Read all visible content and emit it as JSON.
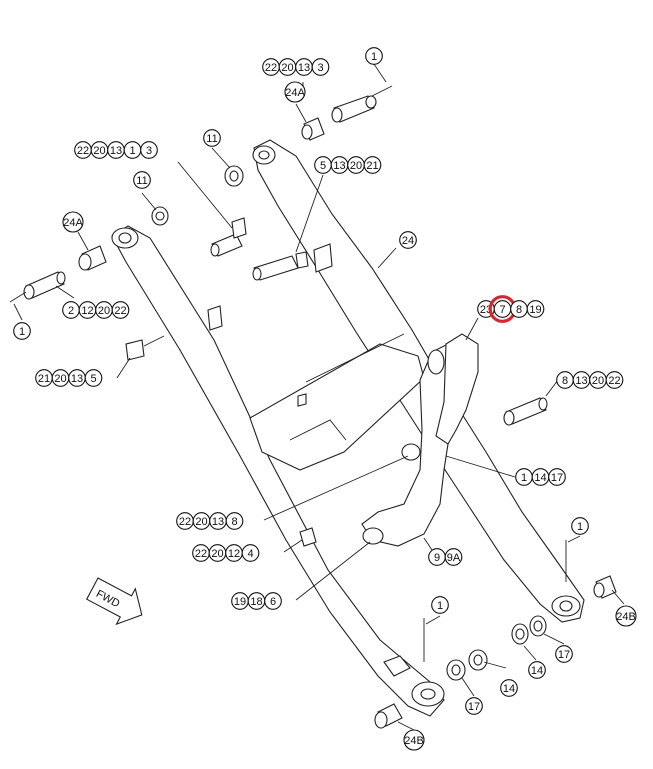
{
  "diagram": {
    "callout_groups": [
      {
        "id": "g-top-pin",
        "labels": [
          "22",
          "20",
          "13",
          "3"
        ]
      },
      {
        "id": "g-top-1",
        "labels": [
          "1"
        ]
      },
      {
        "id": "g-24a-top",
        "labels": [
          "24A"
        ]
      },
      {
        "id": "g-left-pin",
        "labels": [
          "22",
          "20",
          "13",
          "1",
          "3"
        ]
      },
      {
        "id": "g-11-a",
        "labels": [
          "11"
        ]
      },
      {
        "id": "g-pin5",
        "labels": [
          "5",
          "13",
          "20",
          "21"
        ]
      },
      {
        "id": "g-11-b",
        "labels": [
          "11"
        ]
      },
      {
        "id": "g-24a-left",
        "labels": [
          "24A"
        ]
      },
      {
        "id": "g-24",
        "labels": [
          "24"
        ]
      },
      {
        "id": "g-left-bolt",
        "labels": [
          "2",
          "12",
          "20",
          "22"
        ]
      },
      {
        "id": "g-left-1",
        "labels": [
          "1"
        ]
      },
      {
        "id": "g-arm-7",
        "labels": [
          "23",
          "7",
          "8",
          "19"
        ]
      },
      {
        "id": "g-left-5",
        "labels": [
          "21",
          "20",
          "13",
          "5"
        ]
      },
      {
        "id": "g-right-8",
        "labels": [
          "8",
          "13",
          "20",
          "22"
        ]
      },
      {
        "id": "g-center-1",
        "labels": [
          "1",
          "14",
          "17"
        ]
      },
      {
        "id": "g-center-8",
        "labels": [
          "22",
          "20",
          "13",
          "8"
        ]
      },
      {
        "id": "g-right-1",
        "labels": [
          "1"
        ]
      },
      {
        "id": "g-4",
        "labels": [
          "22",
          "20",
          "12",
          "4"
        ]
      },
      {
        "id": "g-9",
        "labels": [
          "9",
          "9A"
        ]
      },
      {
        "id": "g-6",
        "labels": [
          "19",
          "18",
          "6"
        ]
      },
      {
        "id": "g-24b-right",
        "labels": [
          "24B"
        ]
      },
      {
        "id": "g-bottom-1",
        "labels": [
          "1"
        ]
      },
      {
        "id": "g-14-a",
        "labels": [
          "14"
        ]
      },
      {
        "id": "g-17-a",
        "labels": [
          "17"
        ]
      },
      {
        "id": "g-14-b",
        "labels": [
          "14"
        ]
      },
      {
        "id": "g-17-b",
        "labels": [
          "17"
        ]
      },
      {
        "id": "g-24b-bottom",
        "labels": [
          "24B"
        ]
      }
    ],
    "highlighted_label": "7",
    "highlight_color": "#d8262f",
    "direction_arrow": "FWD"
  }
}
